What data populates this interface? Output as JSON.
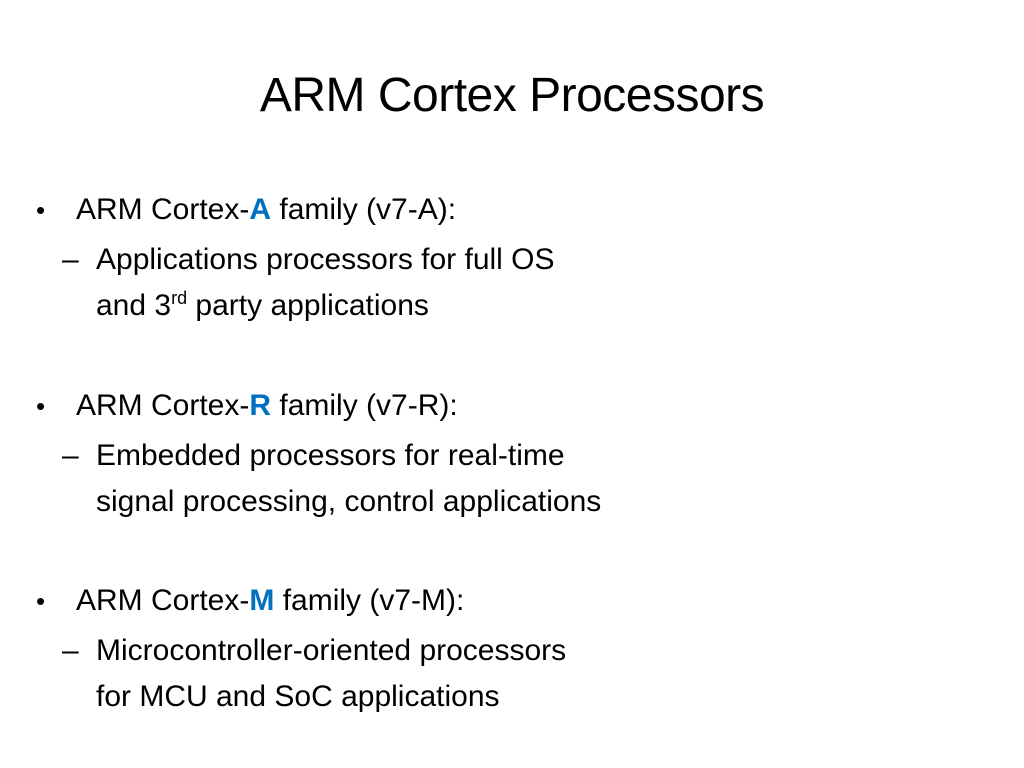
{
  "slide": {
    "title": "ARM Cortex Processors",
    "accent_color": "#0070C0",
    "bullets": [
      {
        "prefix": "ARM Cortex-",
        "letter": "A",
        "suffix": " family (v7-A):",
        "sub_line_1": "Applications processors for full OS",
        "sub_line_2_pre": "and 3",
        "sub_line_2_sup": "rd",
        "sub_line_2_post": " party applications"
      },
      {
        "prefix": "ARM Cortex-",
        "letter": "R",
        "suffix": " family (v7-R):",
        "sub_line_1": "Embedded processors for real-time",
        "sub_line_2": "signal processing, control applications"
      },
      {
        "prefix": "ARM Cortex-",
        "letter": "M",
        "suffix": " family (v7-M):",
        "sub_line_1": "Microcontroller-oriented processors",
        "sub_line_2": "for MCU and SoC applications"
      }
    ],
    "bullet_glyph": "•",
    "dash_glyph": "–"
  }
}
